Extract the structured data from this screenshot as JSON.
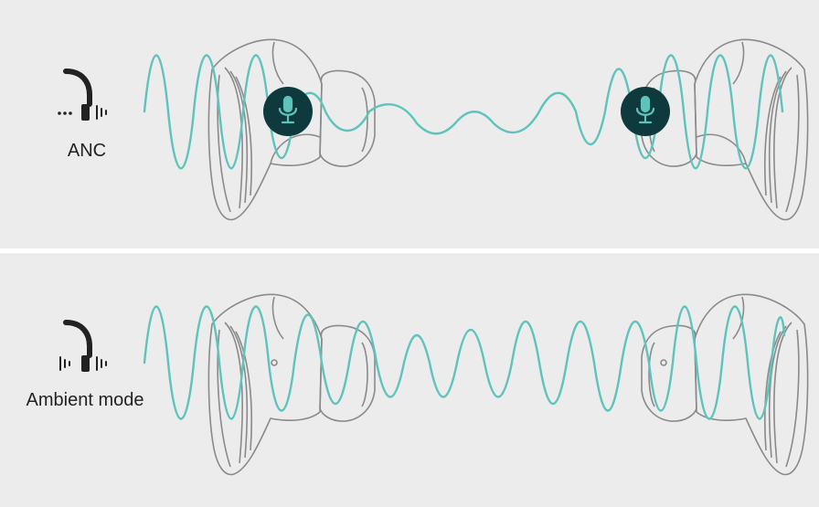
{
  "modes": [
    {
      "id": "anc",
      "label": "ANC"
    },
    {
      "id": "ambient",
      "label": "Ambient mode"
    }
  ],
  "colors": {
    "background": "#ececec",
    "divider": "#ffffff",
    "wave": "#5ec4bb",
    "outline": "#8a8a8a",
    "mic_badge": "#0e3a3d",
    "mic_glyph": "#5ec4bb",
    "text": "#222222"
  },
  "icons": {
    "anc": [
      "headset-icon",
      "microphone-icon"
    ],
    "ambient": [
      "headset-icon",
      "sound-pass-through-icon"
    ]
  }
}
